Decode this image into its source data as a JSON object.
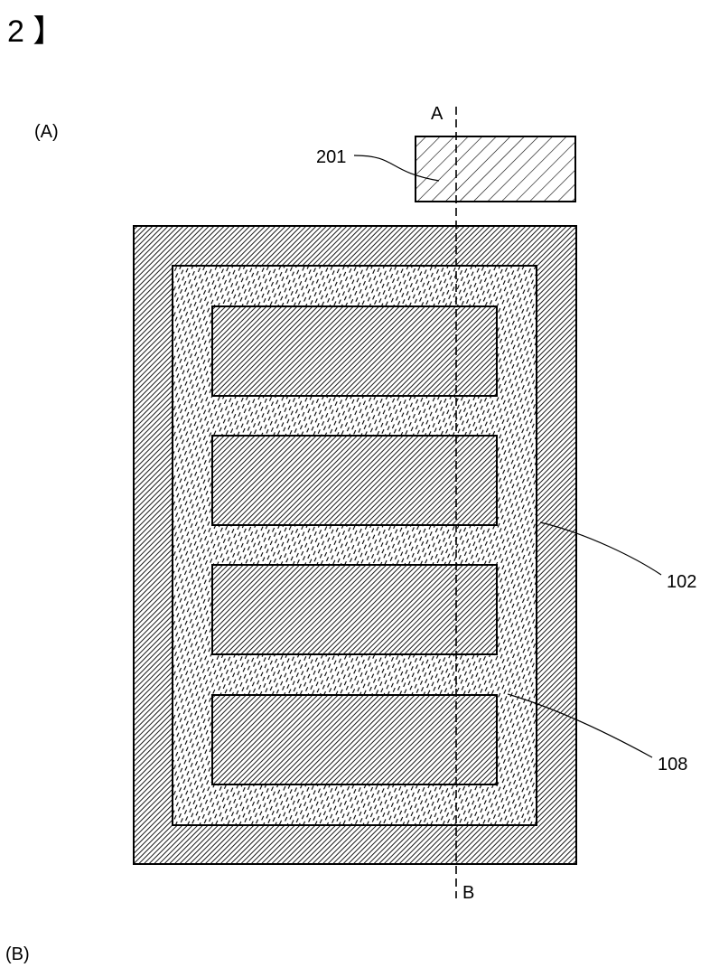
{
  "figure_number": "2 】",
  "panel_labels": {
    "a": "(A)",
    "b": "(B)"
  },
  "section_line": {
    "top_label": "A",
    "bottom_label": "B"
  },
  "reference_labels": {
    "top_element": "201",
    "outer_frame": "102",
    "inner_layer": "108"
  },
  "colors": {
    "ink": "#000000",
    "paper": "#ffffff"
  },
  "inner_rect_count_label": ""
}
